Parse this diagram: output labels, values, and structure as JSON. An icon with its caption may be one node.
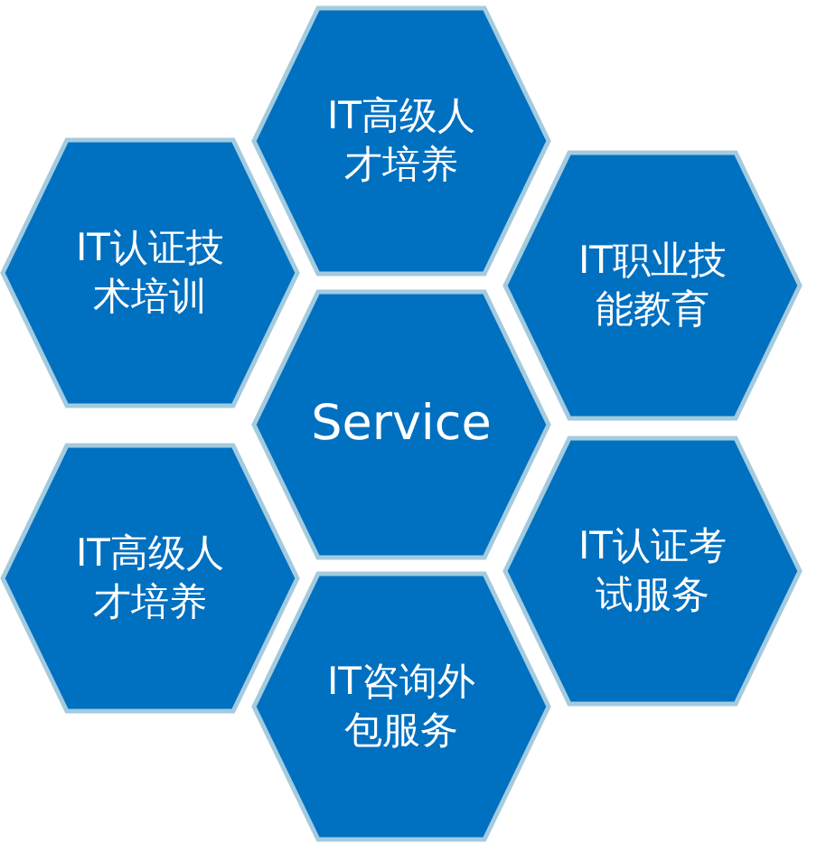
{
  "diagram": {
    "nodes": [
      {
        "text": [
          "IT高级人才培养"
        ]
      },
      {
        "text": [
          "IT认证技术培训"
        ]
      },
      {
        "text": [
          "IT职业技能教育"
        ]
      },
      {
        "text": [
          "Service"
        ]
      },
      {
        "text": [
          "IT高级人才培养"
        ]
      },
      {
        "text": [
          "IT认证考试服务"
        ]
      },
      {
        "text": [
          "IT咨询外包服务"
        ]
      }
    ],
    "edges": []
  }
}
